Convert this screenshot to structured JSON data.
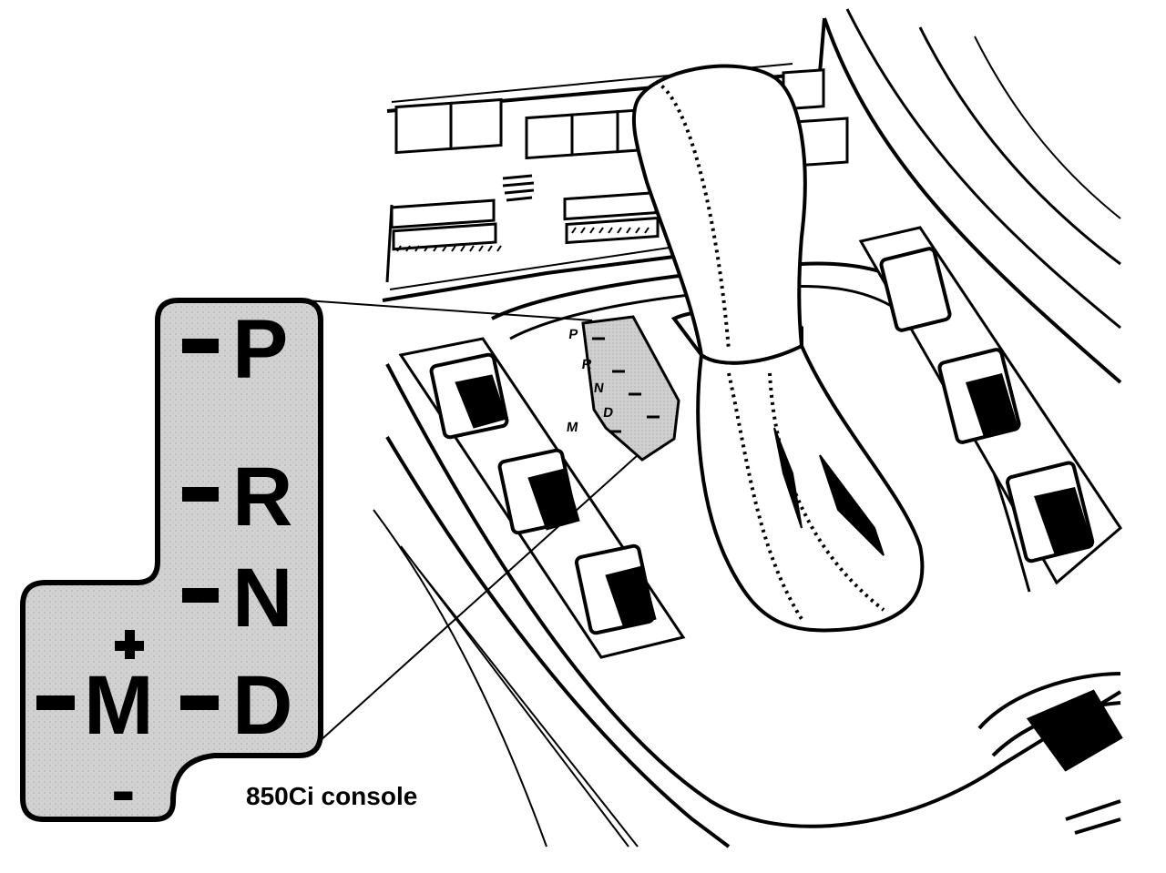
{
  "caption": "850Ci console",
  "gate_positions": [
    {
      "label": "P"
    },
    {
      "label": "R"
    },
    {
      "label": "N"
    },
    {
      "label": "D"
    }
  ],
  "manual_gate": {
    "label": "M",
    "plus": "+",
    "minus": "-"
  },
  "colors": {
    "ink": "#000000",
    "plate_fill": "#d2d2d2",
    "background": "#ffffff"
  }
}
